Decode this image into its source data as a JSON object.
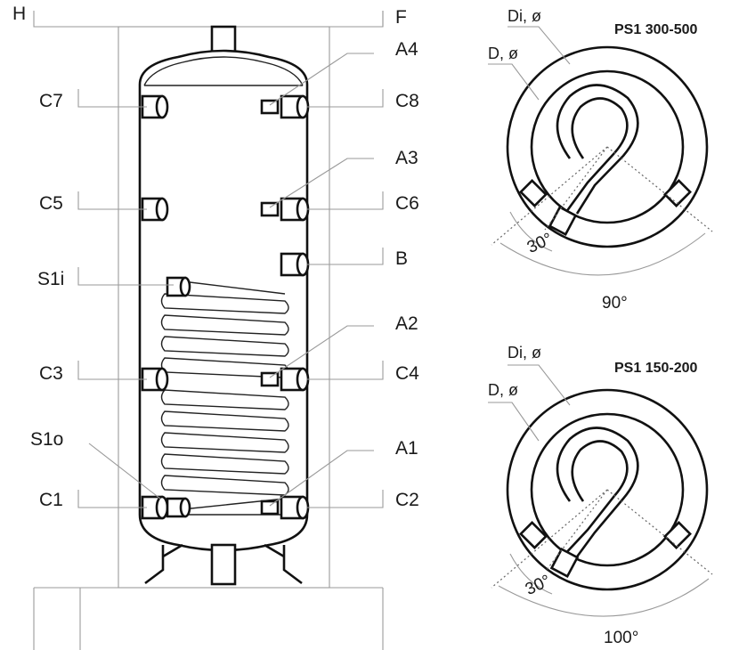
{
  "tank_labels": {
    "H": "H",
    "F": "F",
    "C7": "C7",
    "C8": "C8",
    "C5": "C5",
    "C6": "C6",
    "S1i": "S1i",
    "C3": "C3",
    "C4": "C4",
    "S1o": "S1o",
    "C1": "C1",
    "C2": "C2",
    "A4": "A4",
    "A3": "A3",
    "B": "B",
    "A2": "A2",
    "A1": "A1"
  },
  "plan_views": [
    {
      "title": "PS1  300-500",
      "di": "Di, ø",
      "d": "D, ø",
      "inner_angle": "30°",
      "outer_angle": "90°"
    },
    {
      "title": "PS1  150-200",
      "di": "Di, ø",
      "d": "D, ø",
      "inner_angle": "30°",
      "outer_angle": "100°"
    }
  ],
  "colors": {
    "outline": "#111111",
    "leader": "#9a9a9a",
    "background": "#ffffff"
  }
}
